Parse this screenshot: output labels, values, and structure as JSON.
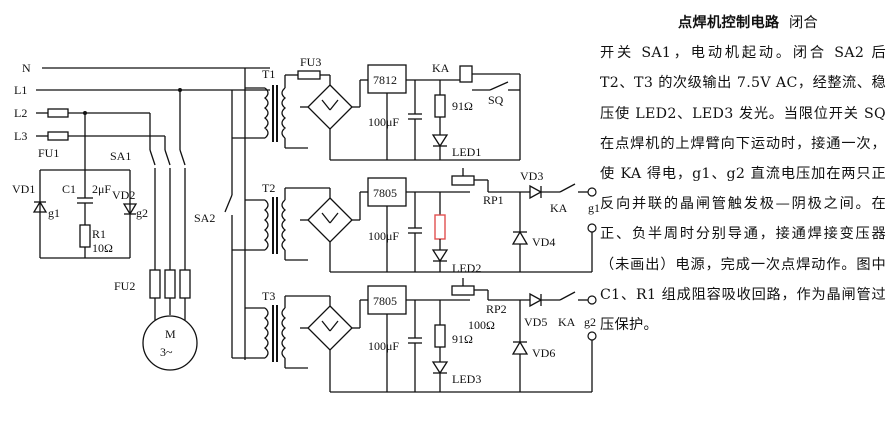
{
  "diagram": {
    "lines": {
      "n": "N",
      "l1": "L1",
      "l2": "L2",
      "l3": "L3"
    },
    "fuses": {
      "fu1": "FU1",
      "fu2": "FU2",
      "fu3": "FU3"
    },
    "switches": {
      "sa1": "SA1",
      "sa2": "SA2",
      "sq": "SQ"
    },
    "transformers": {
      "t1": "T1",
      "t2": "T2",
      "t3": "T3"
    },
    "regulators": {
      "r1": "7812",
      "r2": "7805",
      "r3": "7805"
    },
    "relay": {
      "ka": "KA",
      "ka_contact1": "KA",
      "ka_contact2": "KA"
    },
    "rc_snubber": {
      "c1": "C1",
      "c1_value": "2μF",
      "r1": "R1",
      "r1_value": "10Ω"
    },
    "thyristors": {
      "vd1": "VD1",
      "vd2": "VD2",
      "g1": "g1",
      "g2": "g2"
    },
    "capacitors": {
      "c_t1": "100μF",
      "c_t2": "100μF",
      "c_t3": "100μF"
    },
    "resistors": {
      "r_t1": "91Ω",
      "r_t3": "91Ω",
      "rp2_value": "100Ω"
    },
    "pots": {
      "rp1": "RP1",
      "rp2": "RP2"
    },
    "leds": {
      "led1": "LED1",
      "led2": "LED2",
      "led3": "LED3"
    },
    "diodes": {
      "vd3": "VD3",
      "vd4": "VD4",
      "vd5": "VD5",
      "vd6": "VD6"
    },
    "outputs": {
      "g1": "g1",
      "g2": "g2"
    },
    "motor": {
      "label": "M",
      "phase": "3~"
    }
  },
  "description": {
    "title": "点焊机控制电路",
    "line1": "闭合",
    "body": "开关 SA1，电动机起动。闭合 SA2 后 T2、T3 的次级输出 7.5V AC，经整流、稳压使 LED2、LED3 发光。当限位开关 SQ 在点焊机的上焊臂向下运动时，接通一次，使 KA 得电，g1、g2 直流电压加在两只正反向并联的晶闸管触发极—阴极之间。在正、负半周时分别导通，接通焊接变压器（未画出）电源，完成一次点焊动作。图中 C1、R1 组成阻容吸收回路，作为晶闸管过压保护。"
  },
  "colors": {
    "ink": "#111111",
    "paper": "#ffffff",
    "highlight": "#e05050"
  }
}
